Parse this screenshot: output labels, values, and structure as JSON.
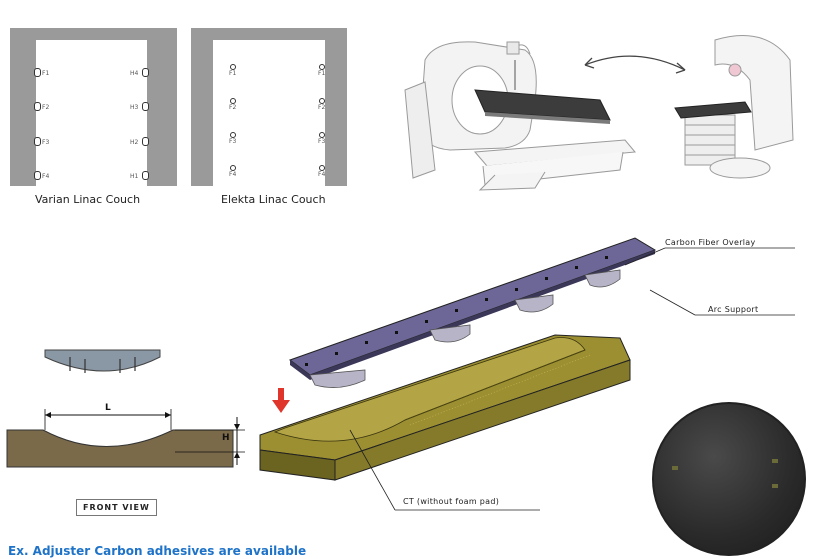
{
  "varian": {
    "caption": "Varian Linac Couch",
    "left_pins": [
      "F1",
      "F2",
      "F3",
      "F4"
    ],
    "right_pins": [
      "H4",
      "H3",
      "H2",
      "H1"
    ]
  },
  "elekta": {
    "caption": "Elekta Linac Couch",
    "left_pins": [
      "F1",
      "F2",
      "F3",
      "F4"
    ],
    "right_pins": [
      "F1",
      "F2",
      "F3",
      "F4"
    ]
  },
  "callouts": {
    "carbon_fiber": "Carbon Fiber Overlay",
    "arc_support": "Arc Support",
    "ct": "CT (without foam pad)"
  },
  "front_view": {
    "label": "FRONT VIEW",
    "dim_l": "L",
    "dim_h": "H"
  },
  "bottom_caption": "Ex. Adjuster Carbon adhesives are available",
  "colors": {
    "panel_gray": "#9a9a9a",
    "ct_olive": "#8a7f2a",
    "overlay_purple": "#8b86b8",
    "arrow_red": "#e0352b",
    "caption_blue": "#1e73c8"
  }
}
